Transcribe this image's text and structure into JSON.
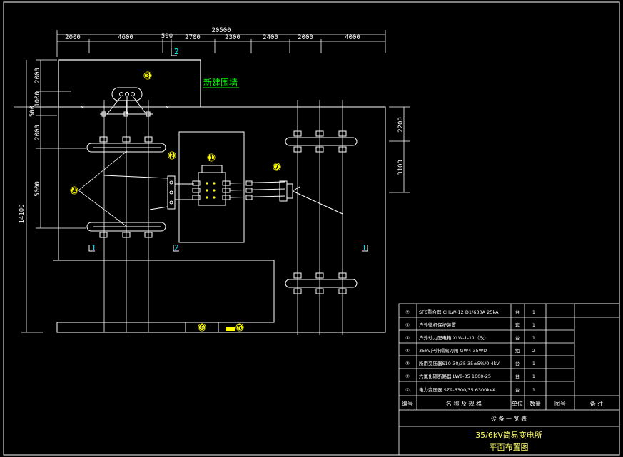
{
  "dimensions": {
    "top_total": "20500",
    "top_segments": [
      "2000",
      "4600",
      "500",
      "2700",
      "2300",
      "2400",
      "2000",
      "4000"
    ],
    "left_total": "14100",
    "left_segments": [
      "2000",
      "1000",
      "500",
      "2000",
      "5000"
    ],
    "right_segments": [
      "2200",
      "3100"
    ]
  },
  "labels": {
    "new_wall": "新建围墙",
    "section_1": "1",
    "section_2": "2"
  },
  "markers": [
    "1",
    "2",
    "3",
    "4",
    "5",
    "6",
    "7"
  ],
  "equipment_table": {
    "rows": [
      {
        "no": "⑦",
        "name": "SF6重合器 CHLW-12 D1/630A 25kA",
        "unit": "台",
        "qty": "1"
      },
      {
        "no": "⑥",
        "name": "户外微机保护装置",
        "unit": "套",
        "qty": "1"
      },
      {
        "no": "⑤",
        "name": "户外动力配电箱  XLW-1-11（改）",
        "unit": "台",
        "qty": "1"
      },
      {
        "no": "④",
        "name": "35kV户外隔离刀闸 GW4-35WD",
        "unit": "组",
        "qty": "2"
      },
      {
        "no": "③",
        "name": "所用变压器S10-30/35 35±5%/0.4kV",
        "unit": "台",
        "qty": "1"
      },
      {
        "no": "②",
        "name": "六氟化硫断路器 LW8-35 1600-25",
        "unit": "台",
        "qty": "1"
      },
      {
        "no": "①",
        "name": "电力变压器 SZ9-6300/35 6300kVA",
        "unit": "台",
        "qty": "1"
      }
    ],
    "header": {
      "no": "编号",
      "name": "名 称 及 规 格",
      "unit": "单位",
      "qty": "数量",
      "ref": "图号",
      "note": "备 注"
    },
    "caption": "设 备 一 览 表"
  },
  "title_block": {
    "line1": "35/6kV简易变电所",
    "line2": "平面布置图"
  },
  "colors": {
    "background": "#000000",
    "lines": "#ffffff",
    "title_text": "#ffff66",
    "marker_fill": "#ffff00",
    "wall_label": "#00ff00",
    "section_mark": "#00ffff"
  }
}
